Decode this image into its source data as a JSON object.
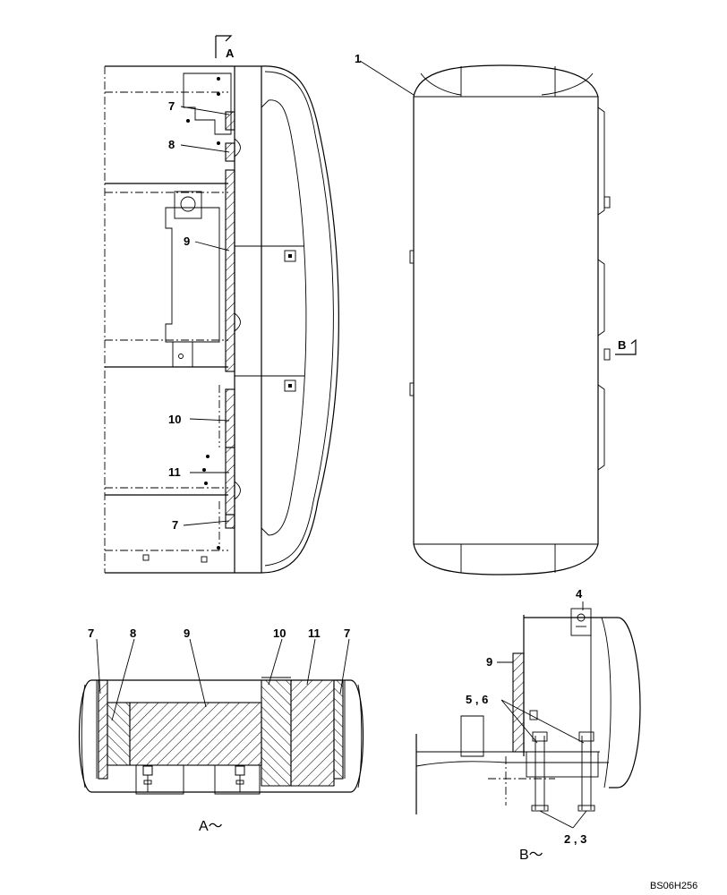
{
  "callouts": {
    "top_left": [
      "7",
      "8",
      "9",
      "10",
      "11",
      "7"
    ],
    "top_right": [
      "1",
      "B"
    ],
    "section_a_mark": "A",
    "bottom_left": [
      "7",
      "8",
      "9",
      "10",
      "11",
      "7"
    ],
    "bottom_right": [
      "4",
      "9",
      "5 , 6",
      "2 , 3"
    ]
  },
  "views": {
    "a": "A～",
    "b": "B～"
  },
  "drawing_code": "BS06H256"
}
